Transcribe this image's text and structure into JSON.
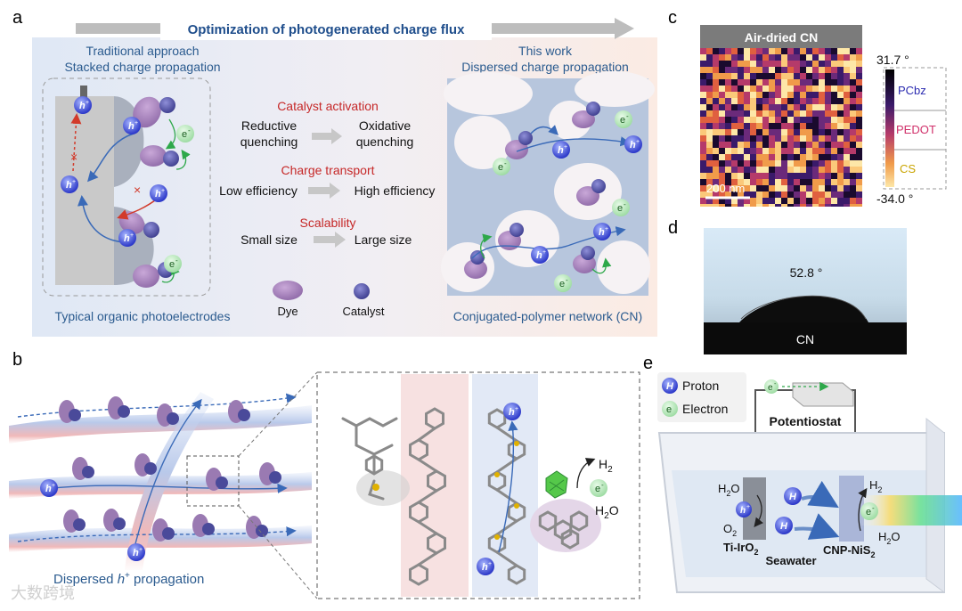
{
  "panel_labels": {
    "a": "a",
    "b": "b",
    "c": "c",
    "d": "d",
    "e": "e"
  },
  "panel_a": {
    "banner": "Optimization of photogenerated charge flux",
    "left_title_1": "Traditional approach",
    "left_title_2": "Stacked charge propagation",
    "left_caption": "Typical organic photoelectrodes",
    "right_title_1": "This work",
    "right_title_2": "Dispersed charge propagation",
    "right_caption": "Conjugated-polymer network (CN)",
    "comparisons": [
      {
        "heading": "Catalyst activation",
        "from_1": "Reductive",
        "from_2": "quenching",
        "to_1": "Oxidative",
        "to_2": "quenching"
      },
      {
        "heading": "Charge transport",
        "from_1": "Low efficiency",
        "to_1": "High efficiency"
      },
      {
        "heading": "Scalability",
        "from_1": "Small size",
        "to_1": "Large size"
      }
    ],
    "legend": {
      "dye": "Dye",
      "catalyst": "Catalyst"
    },
    "hole_label": "h",
    "hole_sup": "+",
    "electron_label": "e",
    "electron_sup": "-",
    "block_mark": "×"
  },
  "panel_b": {
    "caption_prefix": "Dispersed ",
    "caption_italic": "h",
    "caption_sup": "+",
    "caption_suffix": " propagation",
    "h2": "H",
    "h2_sub": "2",
    "h2o": "H",
    "h2o_sub": "2",
    "h2o_tail": "O"
  },
  "panel_c": {
    "title": "Air-dried CN",
    "scale_bar": "200 nm",
    "cb_max": "31.7 °",
    "cb_min": "-34.0 °",
    "cb_labels": [
      "PCbz",
      "PEDOT",
      "CS"
    ],
    "colors": {
      "pcbz": "#2b2bb0",
      "pedot": "#d0306a",
      "cs": "#c9a400"
    }
  },
  "panel_d": {
    "angle": "52.8 °",
    "label": "CN"
  },
  "panel_e": {
    "legend_proton": "Proton",
    "legend_electron": "Electron",
    "legend_proton_icon": "H",
    "legend_electron_icon": "e",
    "potentiostat": "Potentiostat",
    "anode": "Ti-IrO",
    "anode_sub": "2",
    "cathode": "CNP-NiS",
    "cathode_sub": "2",
    "electrolyte": "Seawater",
    "h2o": "H",
    "h2o_sub": "2",
    "h2o_tail": "O",
    "o2": "O",
    "o2_sub": "2",
    "h2": "H",
    "h2_sub": "2"
  },
  "watermark": "大数跨境"
}
